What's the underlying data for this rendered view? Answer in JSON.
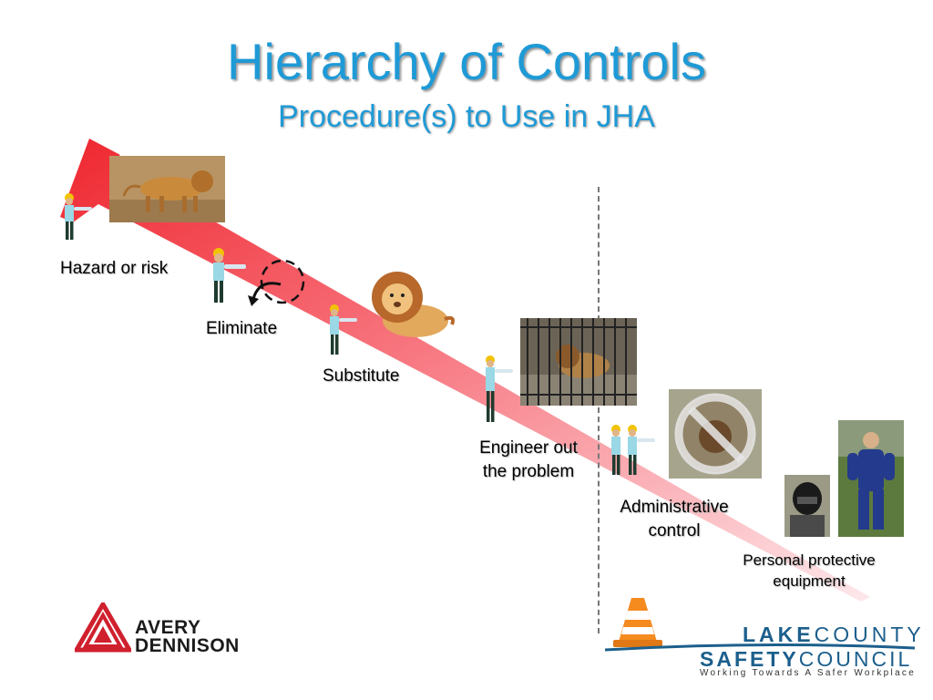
{
  "slide": {
    "title": "Hierarchy of Controls",
    "subtitle": "Procedure(s) to Use in JHA"
  },
  "levels": {
    "hazard": "Hazard or risk",
    "eliminate": "Eliminate",
    "substitute": "Substitute",
    "engineer_line1": "Engineer out",
    "engineer_line2": "the problem",
    "admin_line1": "Administrative",
    "admin_line2": "control",
    "ppe_line1": "Personal protective",
    "ppe_line2": "equipment"
  },
  "logos": {
    "avery_line1": "AVERY",
    "avery_line2": "DENNISON",
    "lake": "LAKE",
    "county": "COUNTY",
    "safety": "SAFETY",
    "council": "COUNCIL",
    "tagline": "Working Towards A Safer Workplace"
  },
  "colors": {
    "title": "#1f9ad6",
    "arrow_start": "#ee1b24",
    "arrow_end": "#fde0e4",
    "lake_county_blue": "#1c5f8c"
  }
}
